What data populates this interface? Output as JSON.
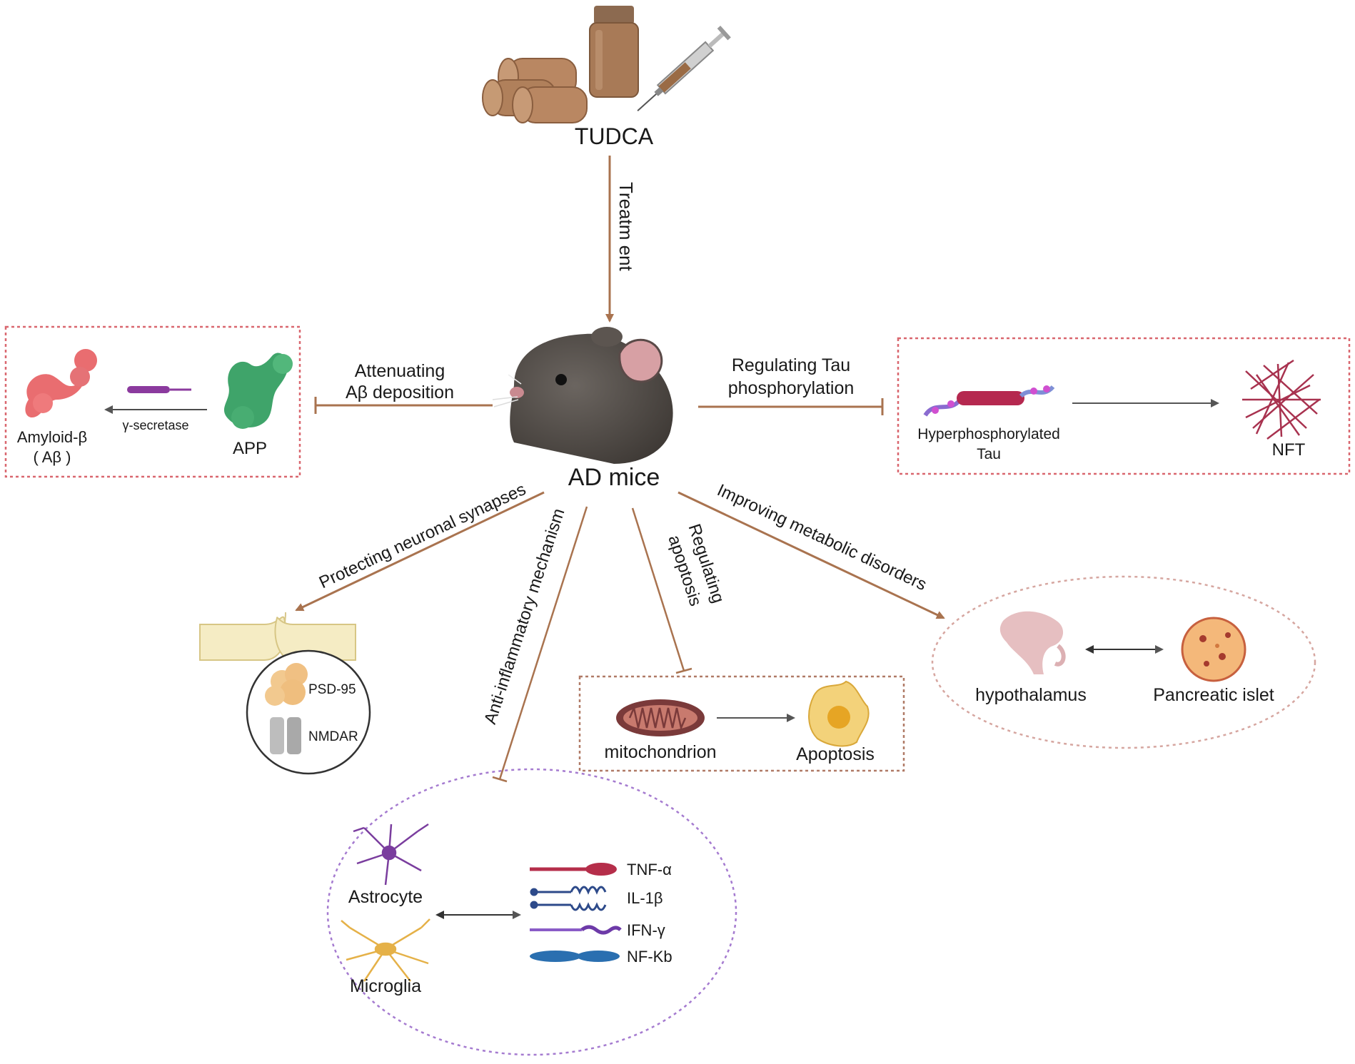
{
  "drug": {
    "label": "TUDCA"
  },
  "treatment": {
    "label": "Treatm ent"
  },
  "center": {
    "label": "AD mice"
  },
  "amyloid": {
    "pathway": [
      "Attenuating",
      "Aβ deposition"
    ],
    "product": "Amyloid-β",
    "product_abbr": "( Aβ )",
    "enzyme": "γ-secretase",
    "precursor": "APP"
  },
  "tau": {
    "pathway": [
      "Regulating Tau",
      "phosphorylation"
    ],
    "hyper": [
      "Hyperphosphorylated",
      "Tau"
    ],
    "nft": "NFT"
  },
  "synapse": {
    "pathway": "Protecting neuronal synapses",
    "items": [
      "PSD-95",
      "NMDAR"
    ]
  },
  "inflammation": {
    "pathway": "Anti-inflammatory mechanism",
    "cells": [
      "Astrocyte",
      "Microglia"
    ],
    "cytokines": [
      "TNF-α",
      "IL-1β",
      "IFN-γ",
      "NF-Kb"
    ]
  },
  "apoptosis": {
    "pathway": [
      "Regulating",
      "apoptosis"
    ],
    "source": "mitochondrion",
    "result": "Apoptosis"
  },
  "metabolic": {
    "pathway": "Improving metabolic disorders",
    "organs": [
      "hypothalamus",
      "Pancreatic islet"
    ]
  },
  "colors": {
    "arrow": "#a9734f",
    "box_red": "#d9676f",
    "box_brown": "#b07a66",
    "circle_purple": "#a57bd0",
    "ellipse_pink": "#d6a6a0"
  }
}
